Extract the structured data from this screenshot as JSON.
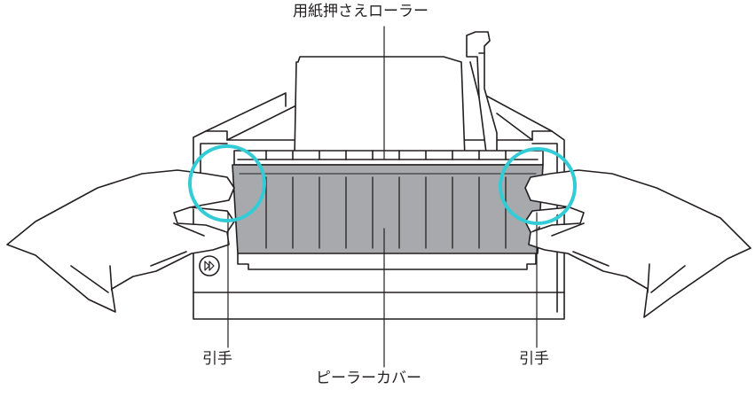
{
  "labels": {
    "paper_roller": "用紙押さえローラー",
    "peeler_cover": "ピーラーカバー",
    "handle_left": "引手",
    "handle_right": "引手"
  },
  "colors": {
    "line": "#231f20",
    "cover_fill": "#a7a9ac",
    "highlight_circle": "#33ccd6",
    "background": "#ffffff"
  },
  "icons": {
    "panel_button": "fast-forward-icon"
  }
}
